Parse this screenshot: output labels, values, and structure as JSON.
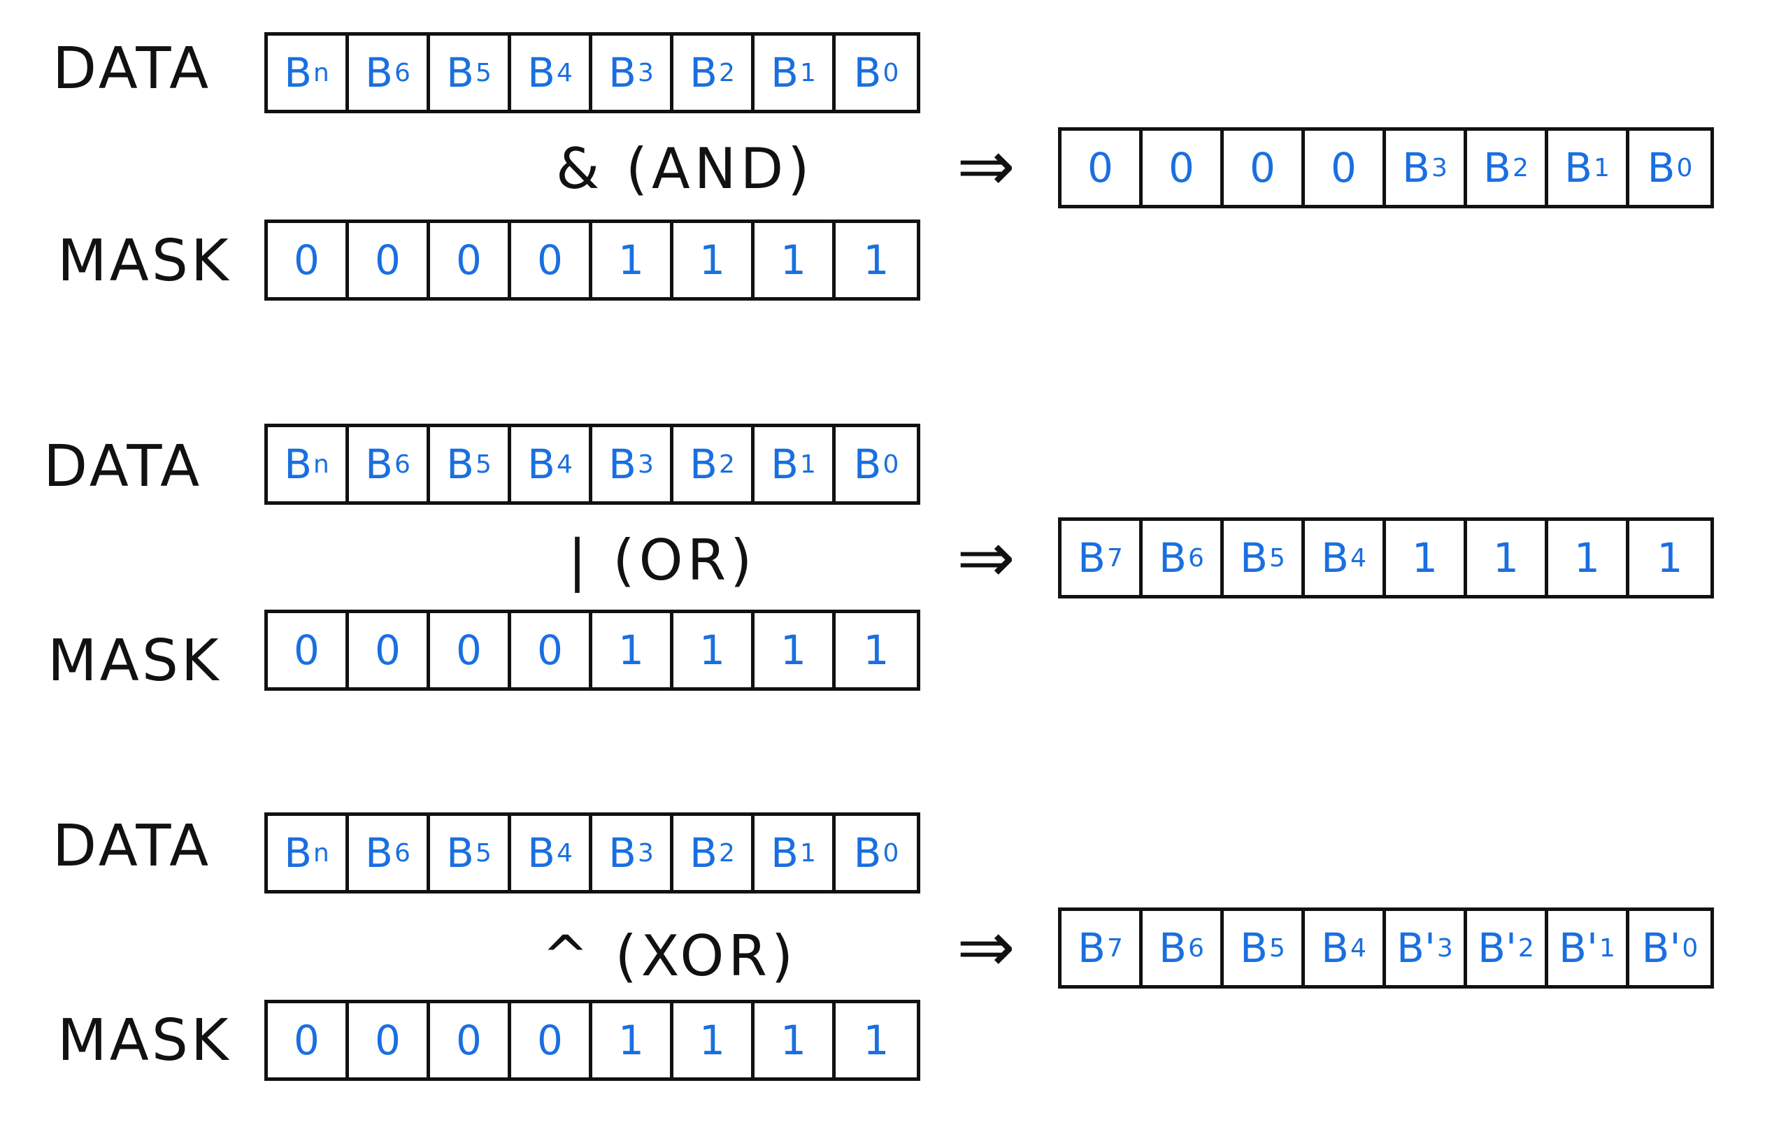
{
  "colors": {
    "ink": "#111111",
    "bit": "#1a6fe0"
  },
  "arrow": "⇒",
  "rows": [
    {
      "data_label": "DATA",
      "mask_label": "MASK",
      "operator": "& (AND)",
      "data_bits": [
        {
          "b": "B",
          "s": "n"
        },
        {
          "b": "B",
          "s": "6"
        },
        {
          "b": "B",
          "s": "5"
        },
        {
          "b": "B",
          "s": "4"
        },
        {
          "b": "B",
          "s": "3"
        },
        {
          "b": "B",
          "s": "2"
        },
        {
          "b": "B",
          "s": "1"
        },
        {
          "b": "B",
          "s": "0"
        }
      ],
      "mask_bits": [
        {
          "b": "0",
          "s": ""
        },
        {
          "b": "0",
          "s": ""
        },
        {
          "b": "0",
          "s": ""
        },
        {
          "b": "0",
          "s": ""
        },
        {
          "b": "1",
          "s": ""
        },
        {
          "b": "1",
          "s": ""
        },
        {
          "b": "1",
          "s": ""
        },
        {
          "b": "1",
          "s": ""
        }
      ],
      "result_bits": [
        {
          "b": "0",
          "s": ""
        },
        {
          "b": "0",
          "s": ""
        },
        {
          "b": "0",
          "s": ""
        },
        {
          "b": "0",
          "s": ""
        },
        {
          "b": "B",
          "s": "3"
        },
        {
          "b": "B",
          "s": "2"
        },
        {
          "b": "B",
          "s": "1"
        },
        {
          "b": "B",
          "s": "0"
        }
      ]
    },
    {
      "data_label": "DATA",
      "mask_label": "MASK",
      "operator": "| (OR)",
      "data_bits": [
        {
          "b": "B",
          "s": "n"
        },
        {
          "b": "B",
          "s": "6"
        },
        {
          "b": "B",
          "s": "5"
        },
        {
          "b": "B",
          "s": "4"
        },
        {
          "b": "B",
          "s": "3"
        },
        {
          "b": "B",
          "s": "2"
        },
        {
          "b": "B",
          "s": "1"
        },
        {
          "b": "B",
          "s": "0"
        }
      ],
      "mask_bits": [
        {
          "b": "0",
          "s": ""
        },
        {
          "b": "0",
          "s": ""
        },
        {
          "b": "0",
          "s": ""
        },
        {
          "b": "0",
          "s": ""
        },
        {
          "b": "1",
          "s": ""
        },
        {
          "b": "1",
          "s": ""
        },
        {
          "b": "1",
          "s": ""
        },
        {
          "b": "1",
          "s": ""
        }
      ],
      "result_bits": [
        {
          "b": "B",
          "s": "7"
        },
        {
          "b": "B",
          "s": "6"
        },
        {
          "b": "B",
          "s": "5"
        },
        {
          "b": "B",
          "s": "4"
        },
        {
          "b": "1",
          "s": ""
        },
        {
          "b": "1",
          "s": ""
        },
        {
          "b": "1",
          "s": ""
        },
        {
          "b": "1",
          "s": ""
        }
      ]
    },
    {
      "data_label": "DATA",
      "mask_label": "MASK",
      "operator": "^ (XOR)",
      "data_bits": [
        {
          "b": "B",
          "s": "n"
        },
        {
          "b": "B",
          "s": "6"
        },
        {
          "b": "B",
          "s": "5"
        },
        {
          "b": "B",
          "s": "4"
        },
        {
          "b": "B",
          "s": "3"
        },
        {
          "b": "B",
          "s": "2"
        },
        {
          "b": "B",
          "s": "1"
        },
        {
          "b": "B",
          "s": "0"
        }
      ],
      "mask_bits": [
        {
          "b": "0",
          "s": ""
        },
        {
          "b": "0",
          "s": ""
        },
        {
          "b": "0",
          "s": ""
        },
        {
          "b": "0",
          "s": ""
        },
        {
          "b": "1",
          "s": ""
        },
        {
          "b": "1",
          "s": ""
        },
        {
          "b": "1",
          "s": ""
        },
        {
          "b": "1",
          "s": ""
        }
      ],
      "result_bits": [
        {
          "b": "B",
          "s": "7"
        },
        {
          "b": "B",
          "s": "6"
        },
        {
          "b": "B",
          "s": "5"
        },
        {
          "b": "B",
          "s": "4"
        },
        {
          "b": "B'",
          "s": "3"
        },
        {
          "b": "B'",
          "s": "2"
        },
        {
          "b": "B'",
          "s": "1"
        },
        {
          "b": "B'",
          "s": "0"
        }
      ]
    }
  ]
}
